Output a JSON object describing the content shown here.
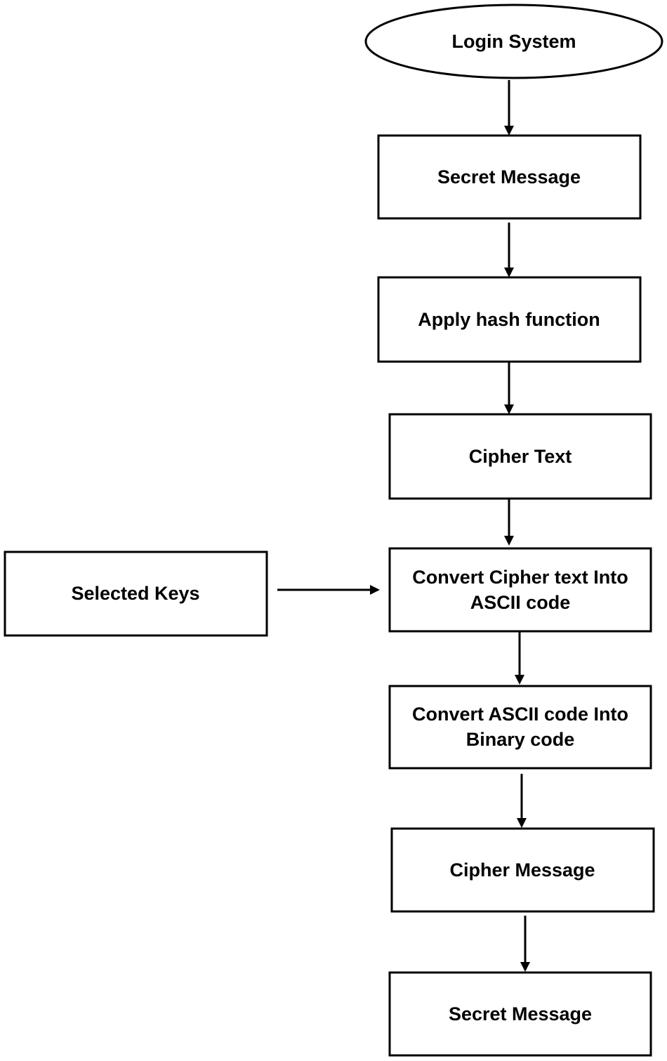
{
  "nodes": {
    "login_system": "Login System",
    "secret_message_1": "Secret Message",
    "apply_hash": "Apply hash function",
    "cipher_text": "Cipher Text",
    "convert_ascii_line1": "Convert Cipher text Into",
    "convert_ascii_line2": "ASCII code",
    "selected_keys": "Selected Keys",
    "convert_binary_line1": "Convert ASCII code Into",
    "convert_binary_line2": "Binary code",
    "cipher_message": "Cipher Message",
    "secret_message_2": "Secret Message"
  },
  "colors": {
    "stroke": "#000000",
    "fill": "#ffffff",
    "text": "#000000"
  }
}
